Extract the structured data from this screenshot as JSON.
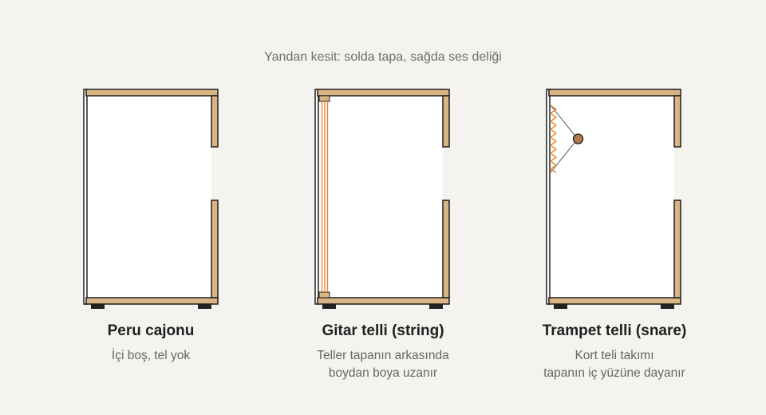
{
  "subtitle": "Yandan kesit: solda tapa, sağda ses deliği",
  "colors": {
    "background": "#f5f3ef",
    "wood": "#d9b586",
    "outline": "#1f1f1f",
    "string": "#e0853a",
    "screw": "#b07a4a",
    "foot": "#222222",
    "interior": "#ffffff"
  },
  "panels": [
    {
      "title": "Peru cajonu",
      "desc_lines": [
        "İçi boş, tel yok"
      ]
    },
    {
      "title": "Gitar telli (string)",
      "desc_lines": [
        "Teller tapanın arkasında",
        "boydan boya uzanır"
      ]
    },
    {
      "title": "Trampet telli (snare)",
      "desc_lines": [
        "Kort teli takımı",
        "tapanın iç yüzüne dayanır"
      ]
    }
  ]
}
